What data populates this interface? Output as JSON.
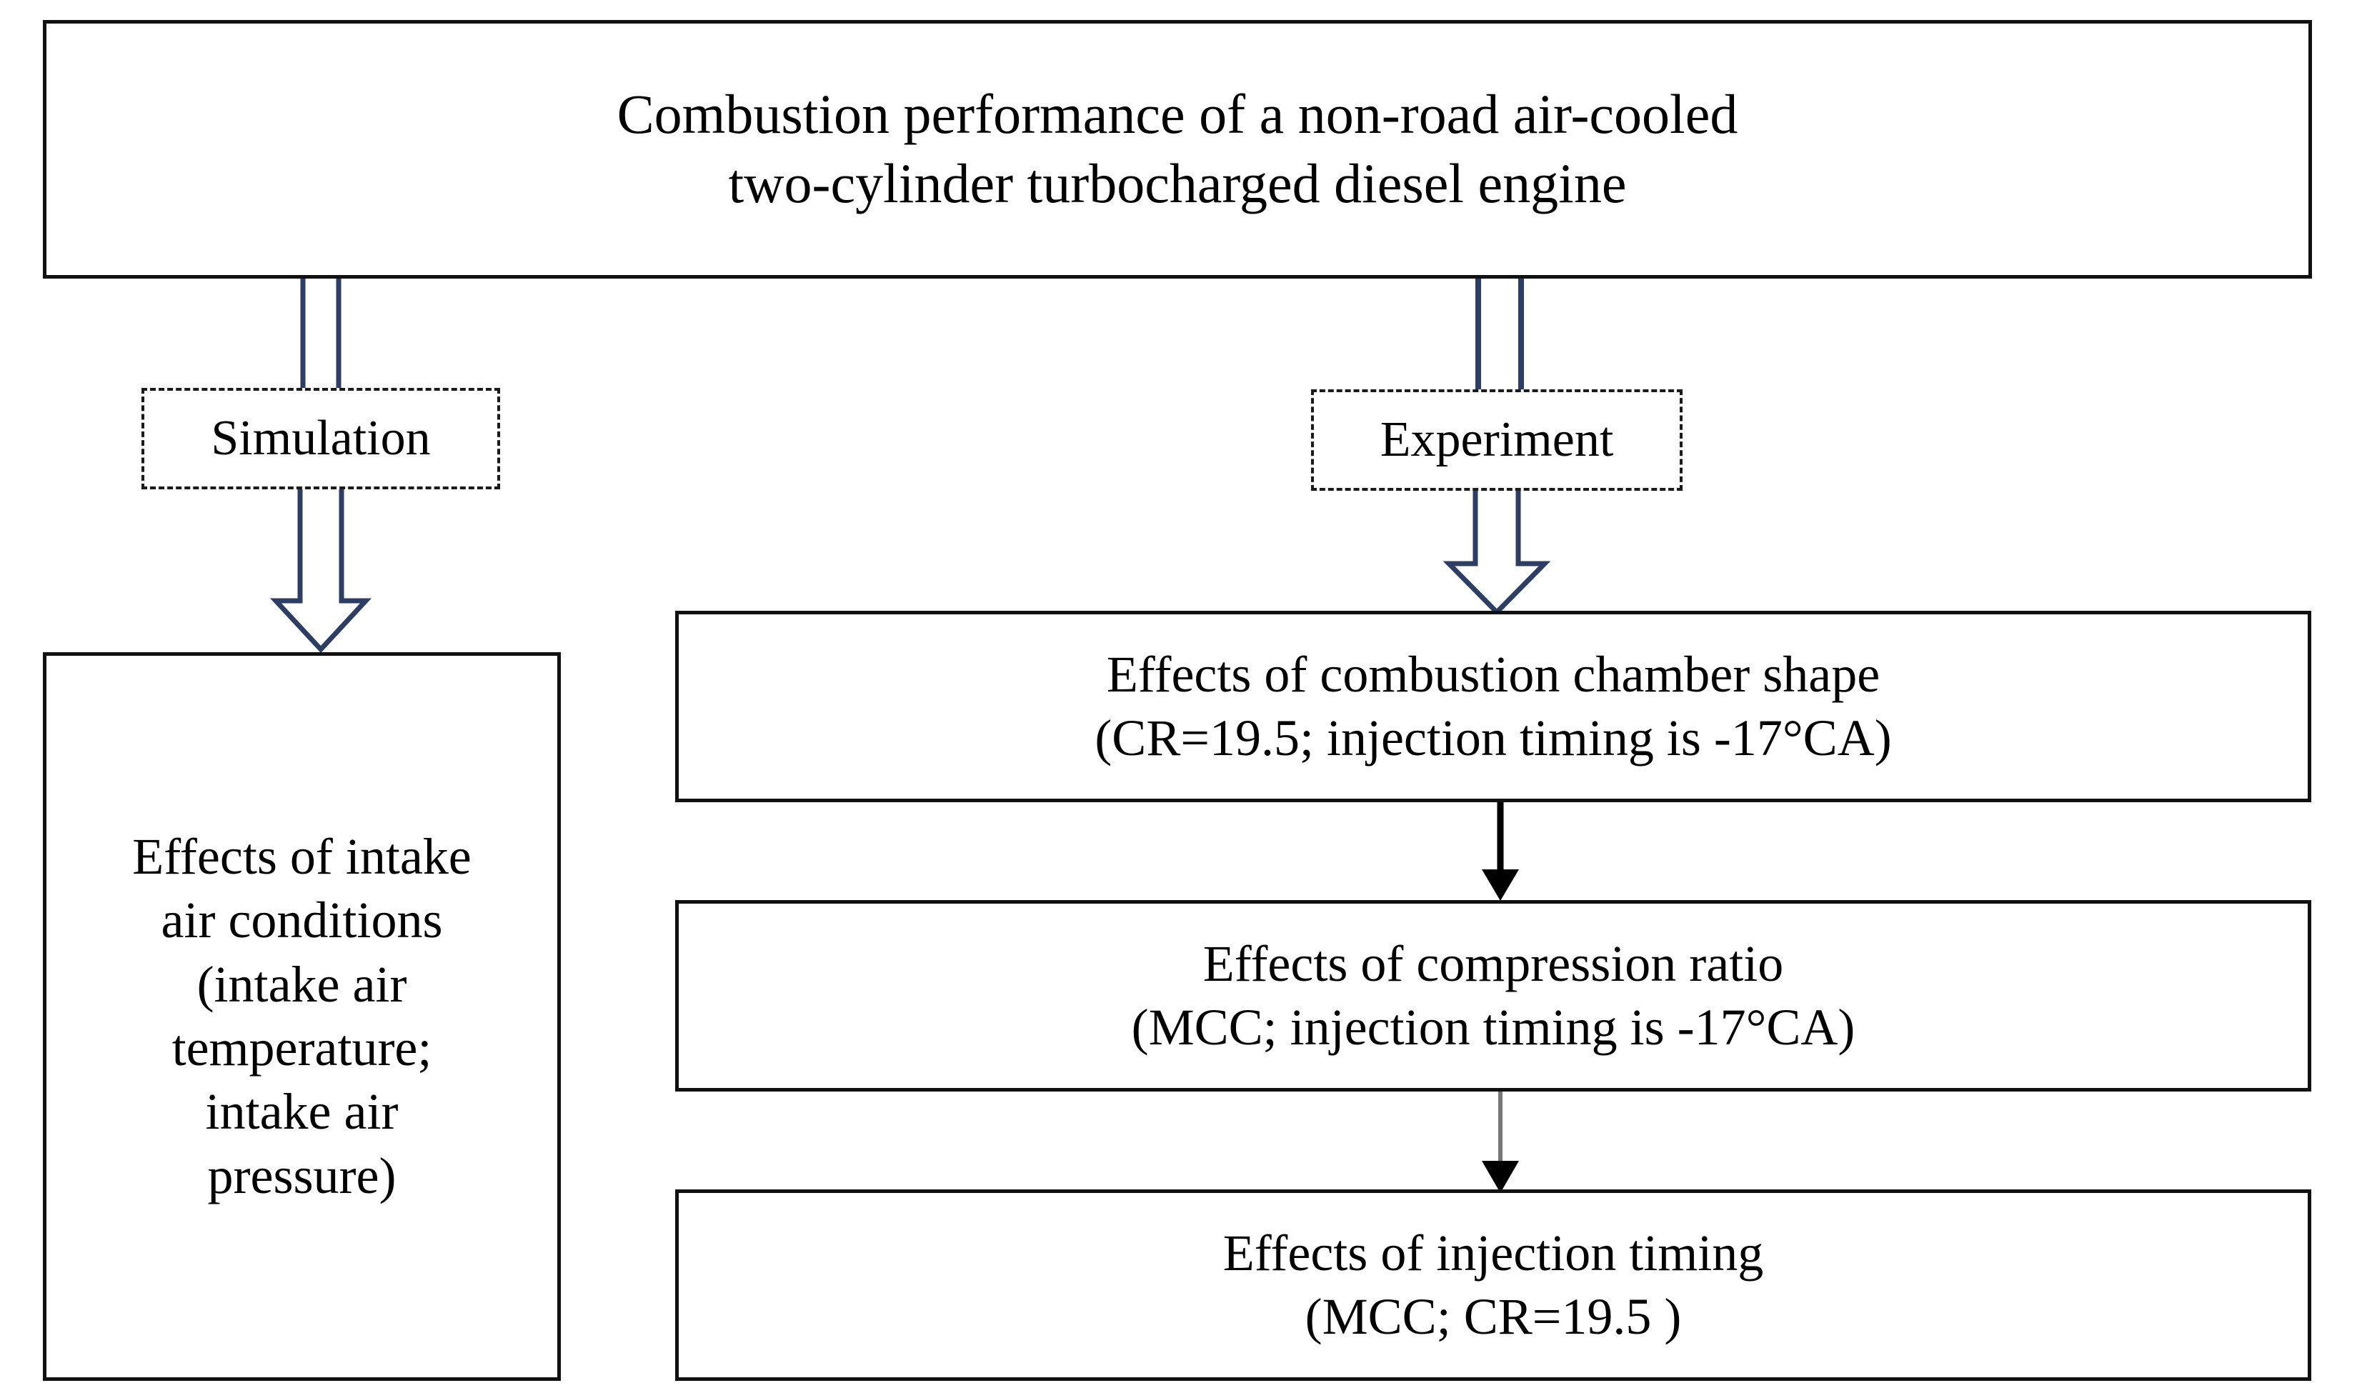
{
  "diagram": {
    "type": "flowchart",
    "title_node": {
      "id": "title",
      "text": "Combustion performance of a non-road air-cooled\ntwo-cylinder turbocharged diesel engine"
    },
    "branches": [
      {
        "id": "simulation",
        "label": "Simulation",
        "style": "dashed-chip"
      },
      {
        "id": "experiment",
        "label": "Experiment",
        "style": "dashed-chip"
      }
    ],
    "nodes": [
      {
        "id": "intake-air-conditions",
        "text": "Effects of intake\nair conditions\n(intake air\ntemperature;\nintake air\npressure)"
      },
      {
        "id": "combustion-chamber-shape",
        "text": "Effects of combustion chamber shape\n(CR=19.5; injection timing is -17°CA)"
      },
      {
        "id": "compression-ratio",
        "text": "Effects of compression ratio\n(MCC; injection timing is -17°CA)"
      },
      {
        "id": "injection-timing",
        "text": "Effects of injection timing\n(MCC; CR=19.5 )"
      }
    ],
    "edges": [
      {
        "id": "title-to-simulation",
        "from": "title",
        "to": "simulation",
        "style": "hollow-block-arrow"
      },
      {
        "id": "simulation-to-intake",
        "from": "simulation",
        "to": "intake-air-conditions",
        "style": "hollow-block-arrow"
      },
      {
        "id": "title-to-experiment",
        "from": "title",
        "to": "experiment",
        "style": "hollow-block-arrow"
      },
      {
        "id": "experiment-to-chamber",
        "from": "experiment",
        "to": "combustion-chamber-shape",
        "style": "hollow-block-arrow"
      },
      {
        "id": "chamber-to-ratio",
        "from": "combustion-chamber-shape",
        "to": "compression-ratio",
        "style": "thin-solid-arrow"
      },
      {
        "id": "ratio-to-timing",
        "from": "compression-ratio",
        "to": "injection-timing",
        "style": "thin-solid-arrow"
      }
    ],
    "colors": {
      "arrow_navy": "#2c3e63",
      "box_border": "#111111",
      "arrow_black": "#000000",
      "arrow_gray": "#777777",
      "background": "#ffffff"
    }
  }
}
